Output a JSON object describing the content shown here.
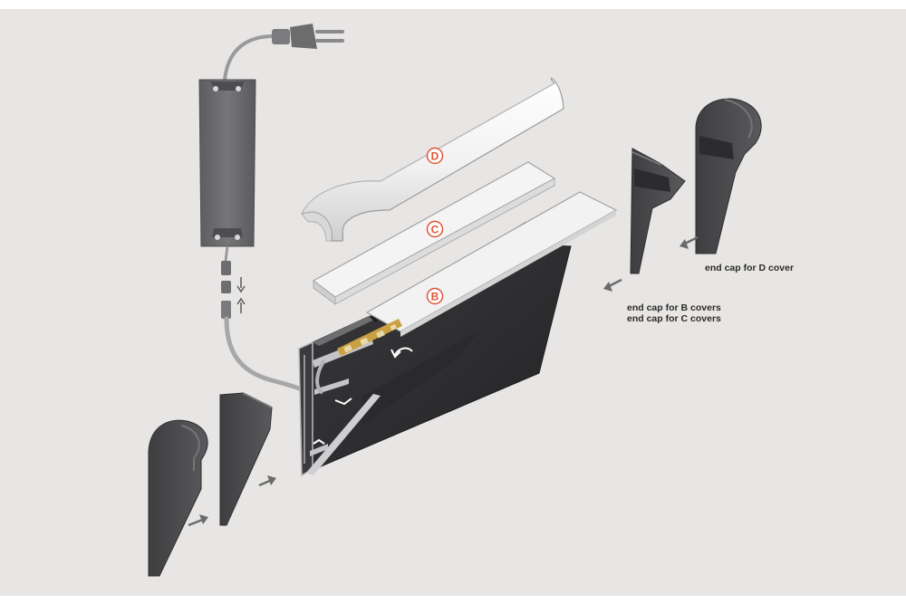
{
  "badges": {
    "d": "D",
    "c": "C",
    "b": "B"
  },
  "labels": {
    "end_cap_d": "end cap for D cover",
    "end_cap_b": "end cap for B  covers",
    "end_cap_c": "end cap for C covers"
  },
  "colors": {
    "background": "#e8e6e4",
    "profile": "#2f2f31",
    "profile_edge": "#b9b9bb",
    "cover": "#f3f3f3",
    "end_cap": "#4a4a4c",
    "psu": "#6a6a6c",
    "cable": "#9a9a9c",
    "badge_accent": "#e0563a",
    "led": "#c9a042",
    "arrow": "#6b6b6b"
  }
}
